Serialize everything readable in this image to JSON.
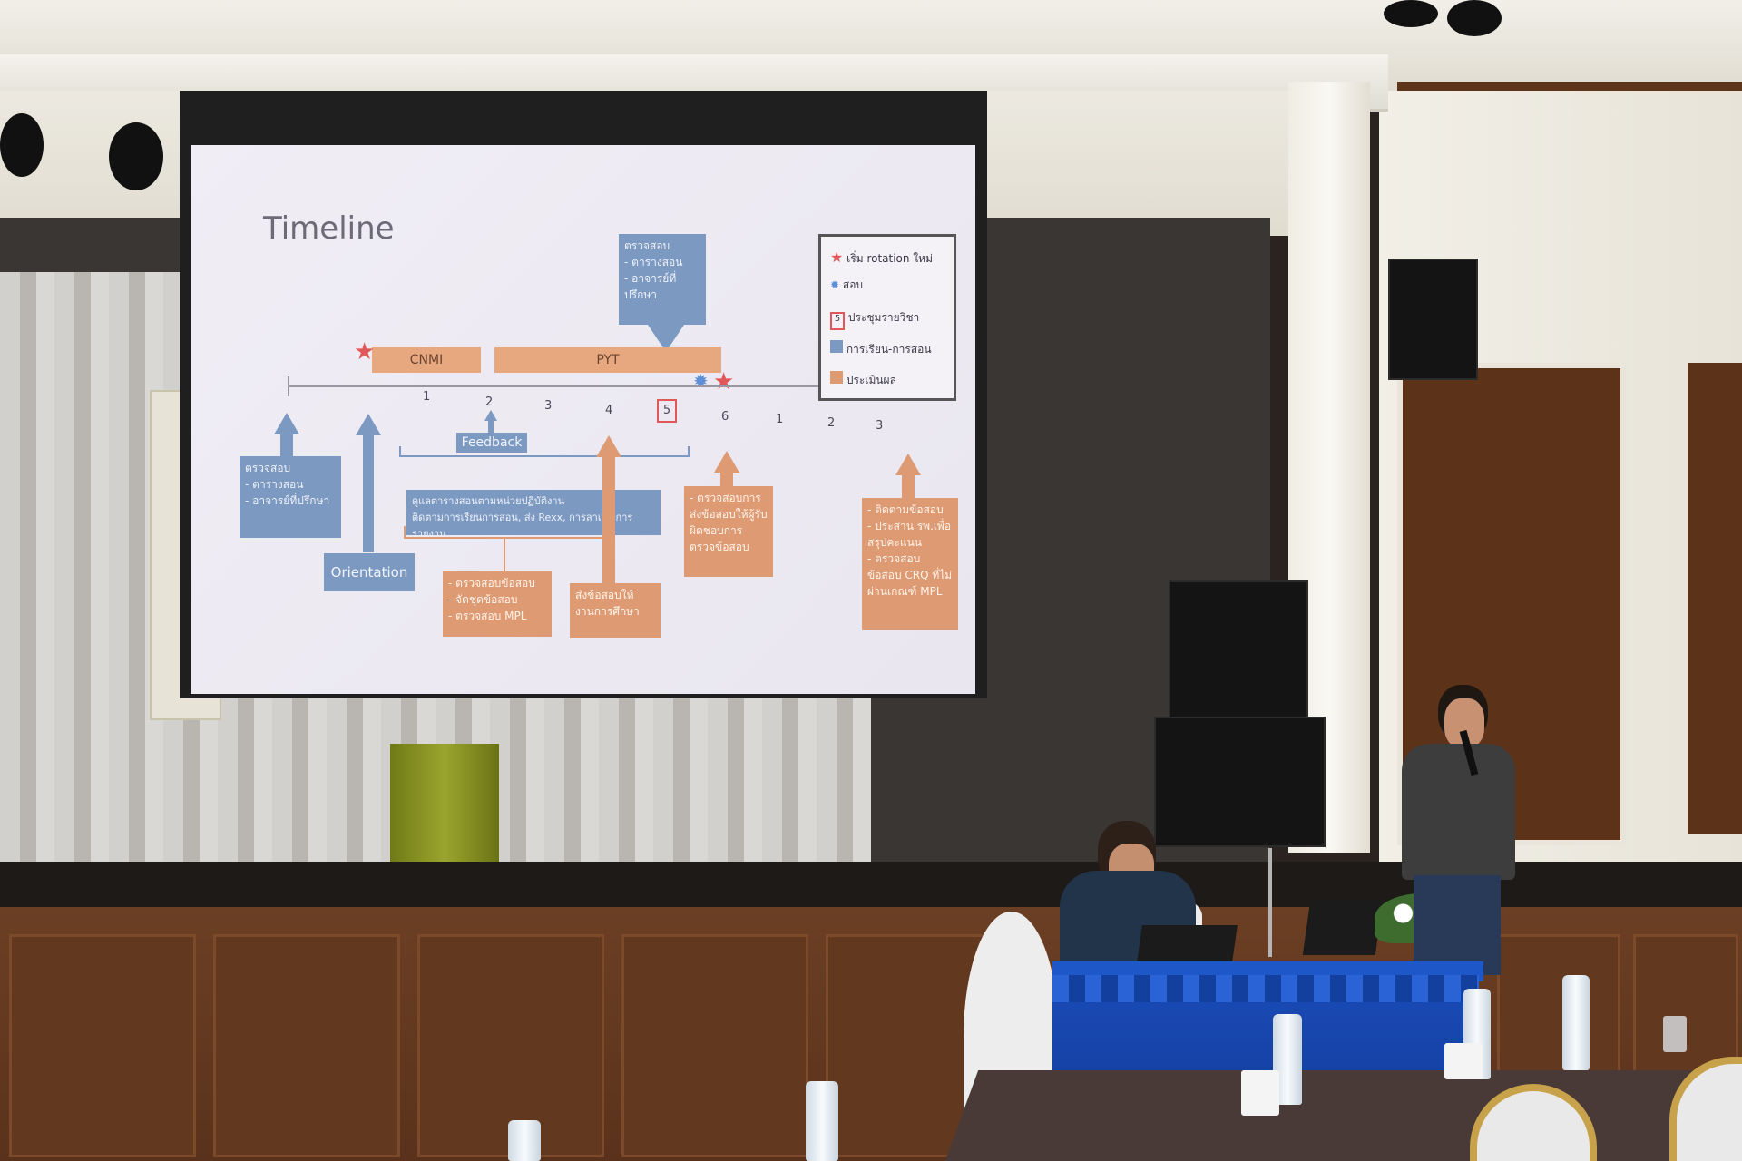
{
  "scene": {
    "description_colors": {
      "wood": "#5e341b",
      "screen": "#ece9f1",
      "table_cloth": "#1a4bb7",
      "slide_blue": "#7c99c2",
      "slide_orange": "#de9a72",
      "star_red": "#e2575a"
    }
  },
  "slide": {
    "title": "Timeline",
    "bars": {
      "cnmi": "CNMI",
      "pyt": "PYT"
    },
    "ticks": [
      "1",
      "2",
      "3",
      "4",
      "5",
      "6",
      "1",
      "2",
      "3"
    ],
    "feedback": "Feedback",
    "orientation": "Orientation",
    "top_box": "ตรวจสอบ\n- ตารางสอน\n- อาจารย์ที่ปรึกษา",
    "left_box": "ตรวจสอบ\n- ตารางสอน\n- อาจารย์ที่ปรึกษา",
    "middle_box": "ดูแลตารางสอนตามหน่วยปฏิบัติงาน\nติดตามการเรียนการสอน, ส่ง Rexx, การลาและการรายงาน",
    "box_mpl": "- ตรวจสอบข้อสอบ\n- จัดชุดข้อสอบ\n- ตรวจสอบ MPL",
    "box_send": "ส่งข้อสอบให้งานการศึกษา",
    "box_check": "- ตรวจสอบการส่งข้อสอบให้ผู้รับผิดชอบการตรวจข้อสอบ",
    "box_crq": "- ติดตามข้อสอบ\n- ประสาน รพ.เพื่อสรุปคะแนน\n- ตรวจสอบข้อสอบ CRQ ที่ไม่ผ่านเกณฑ์ MPL",
    "legend": {
      "start": "เริ่ม rotation ใหม่",
      "exam": "สอบ",
      "meeting": "ประชุมรายวิชา",
      "teaching": "การเรียน-การสอน",
      "evaluation": "ประเมินผล",
      "meeting_num": "5"
    }
  }
}
